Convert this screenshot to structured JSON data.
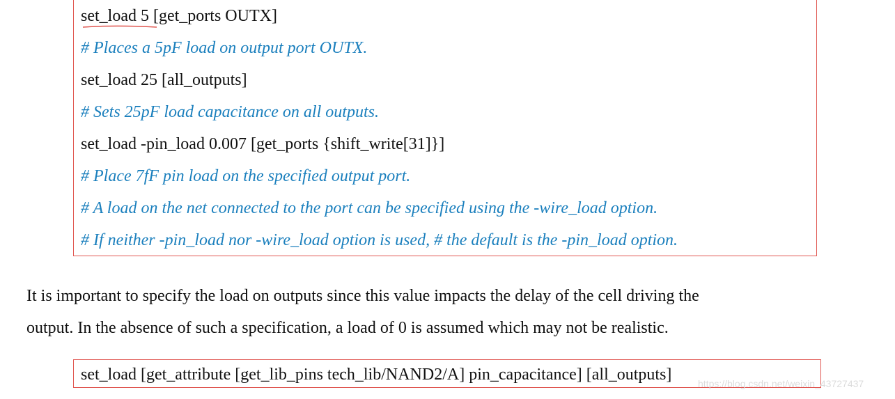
{
  "top_box": {
    "lines": [
      {
        "kind": "code",
        "text": "set_load 5 [get_ports OUTX]"
      },
      {
        "kind": "comment",
        "text": "# Places a 5pF load on output port OUTX."
      },
      {
        "kind": "code",
        "text": "set_load 25 [all_outputs]"
      },
      {
        "kind": "comment",
        "text": "# Sets 25pF load capacitance on all outputs."
      },
      {
        "kind": "code",
        "text": "set_load -pin_load 0.007 [get_ports {shift_write[31]}]"
      },
      {
        "kind": "comment",
        "text": "# Place 7fF pin load on the specified output port."
      },
      {
        "kind": "comment",
        "text": "# A load on the net connected to the port can be specified using the -wire_load option."
      },
      {
        "kind": "comment",
        "text": "# If neither -pin_load nor -wire_load option is used, # the default is the -pin_load option."
      }
    ]
  },
  "paragraph": {
    "line1": "It is important to specify the load on outputs since this value impacts the delay of the cell driving the",
    "line2": "output. In the absence of such a specification, a load of 0 is assumed which may not be realistic."
  },
  "bottom_box": {
    "code": "set_load [get_attribute [get_lib_pins tech_lib/NAND2/A] pin_capacitance] [all_outputs]"
  },
  "watermark": "https://blog.csdn.net/weixin_43727437",
  "colors": {
    "box_border": "#e0554f",
    "comment": "#1a7fbd",
    "text": "#111111"
  }
}
